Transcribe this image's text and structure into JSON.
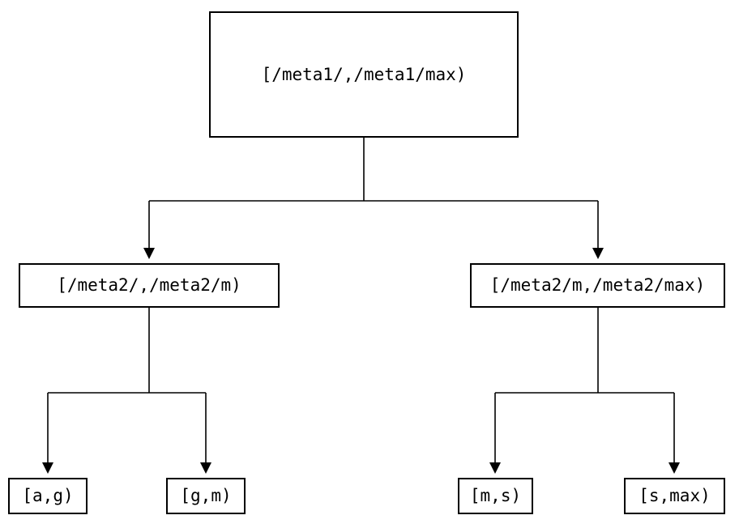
{
  "diagram": {
    "type": "tree",
    "root": {
      "label": "[/meta1/,/meta1/max)"
    },
    "branches": [
      {
        "label": "[/meta2/,/meta2/m)"
      },
      {
        "label": "[/meta2/m,/meta2/max)"
      }
    ],
    "leaves": [
      {
        "label": "[a,g)"
      },
      {
        "label": "[g,m)"
      },
      {
        "label": "[m,s)"
      },
      {
        "label": "[s,max)"
      }
    ],
    "colors": {
      "stroke": "#000000",
      "text": "#000000",
      "background": "#ffffff",
      "node_fill": "#ffffff"
    }
  }
}
